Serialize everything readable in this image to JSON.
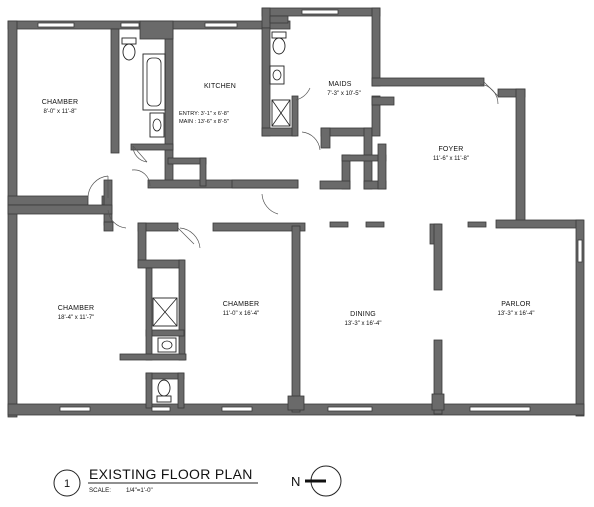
{
  "title_block": {
    "number": "1",
    "title": "EXISTING FLOOR PLAN",
    "scale_label": "SCALE:",
    "scale_value": "1/4\"=1'-0\"",
    "north_label": "N"
  },
  "rooms": {
    "chamber_nw": {
      "name": "CHAMBER",
      "dims": "8'-0\" x 11'-8\""
    },
    "kitchen": {
      "name": "KITCHEN",
      "entry": "ENTRY: 3'-1\" x 6'-8\"",
      "main": "MAIN : 13'-6\" x 8'-5\""
    },
    "maids": {
      "name": "MAIDS",
      "dims": "7'-3\" x 10'-5\""
    },
    "foyer": {
      "name": "FOYER",
      "dims": "11'-6\" x 11'-8\""
    },
    "chamber_sw": {
      "name": "CHAMBER",
      "dims": "18'-4\" x 11'-7\""
    },
    "chamber_mid": {
      "name": "CHAMBER",
      "dims": "11'-0\" x 16'-4\""
    },
    "dining": {
      "name": "DINING",
      "dims": "13'-3\" x 16'-4\""
    },
    "parlor": {
      "name": "PARLOR",
      "dims": "13'-3\" x 16'-4\""
    }
  }
}
